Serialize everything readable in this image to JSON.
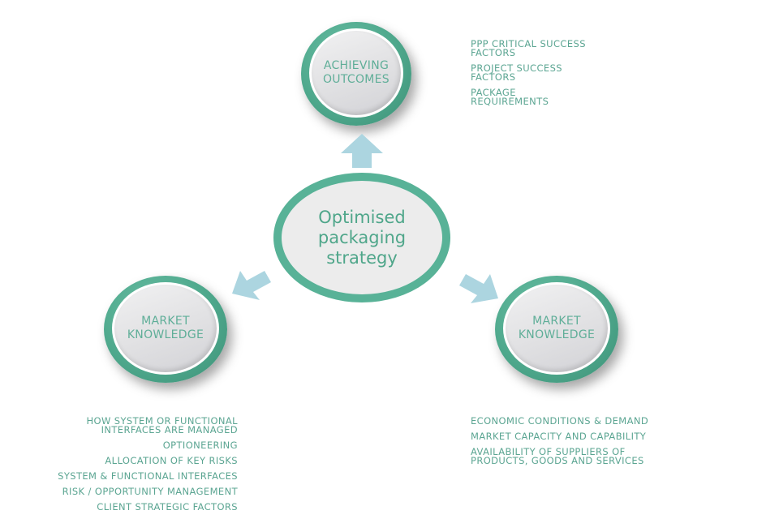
{
  "diagram": {
    "center": {
      "label": "Optimised\npackaging\nstrategy"
    },
    "nodes": {
      "top": {
        "label": "ACHIEVING\nOUTCOMES"
      },
      "left": {
        "label": "MARKET\nKNOWLEDGE"
      },
      "right": {
        "label": "MARKET\nKNOWLEDGE"
      }
    },
    "lists": {
      "top": [
        "PPP CRITICAL SUCCESS\nFACTORS",
        "PROJECT SUCCESS\nFACTORS",
        "PACKAGE\nREQUIREMENTS"
      ],
      "left": [
        "HOW SYSTEM OR FUNCTIONAL\nINTERFACES ARE MANAGED",
        "OPTIONEERING",
        "ALLOCATION OF KEY RISKS",
        "SYSTEM & FUNCTIONAL INTERFACES",
        "RISK / OPPORTUNITY MANAGEMENT",
        "CLIENT STRATEGIC FACTORS"
      ],
      "right": [
        "ECONOMIC CONDITIONS & DEMAND",
        "MARKET CAPACITY AND CAPABILITY",
        "AVAILABILITY OF SUPPLIERS OF\nPRODUCTS, GOODS AND SERVICES"
      ]
    },
    "colors": {
      "ring": "#58b297",
      "text": "#5ba592",
      "arrow": "#acd5e0"
    },
    "icons": {
      "arrow_up": "arrow-up-icon",
      "arrow_down_left": "arrow-down-left-icon",
      "arrow_down_right": "arrow-down-right-icon"
    }
  }
}
